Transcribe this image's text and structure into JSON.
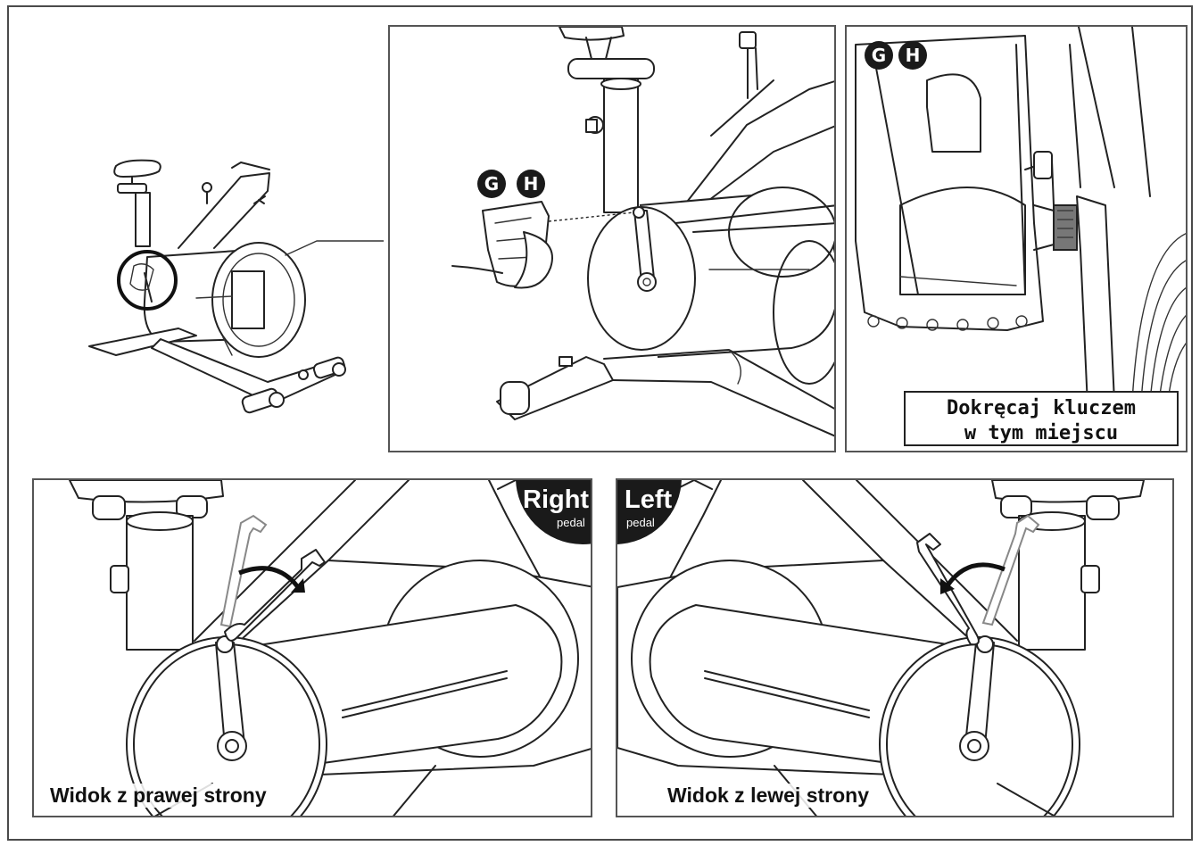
{
  "badges": {
    "g": "G",
    "h": "H"
  },
  "detail_panel": {
    "instruction_line1": "Dokręcaj kluczem",
    "instruction_line2": "w tym miejscu"
  },
  "right_view": {
    "tag_main": "Right",
    "tag_sub": "pedal",
    "caption": "Widok z prawej strony"
  },
  "left_view": {
    "tag_main": "Left",
    "tag_sub": "pedal",
    "caption": "Widok z lewej strony"
  },
  "colors": {
    "line": "#222222",
    "badge": "#1a1a1a",
    "background": "#ffffff"
  }
}
